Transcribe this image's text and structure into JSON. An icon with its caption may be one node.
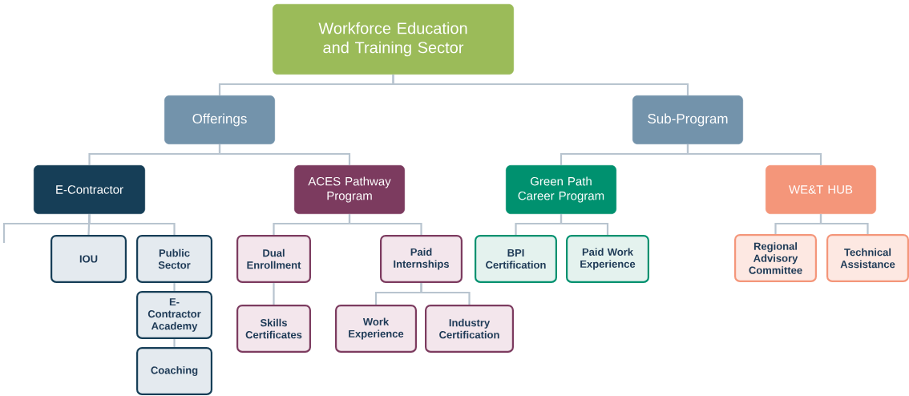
{
  "diagram": {
    "nodes": [
      {
        "text": [
          "Workforce Education and Training Sector"
        ]
      },
      {
        "text": [
          "Offerings"
        ]
      },
      {
        "text": [
          "Sub-Program"
        ]
      },
      {
        "text": [
          "E-Contractor"
        ]
      },
      {
        "text": [
          "ACES Pathway Program"
        ]
      },
      {
        "text": [
          "Green Path Career Program"
        ]
      },
      {
        "text": [
          "WE&T HUB"
        ]
      },
      {
        "text": [
          "IOU"
        ]
      },
      {
        "text": [
          "Public Sector"
        ]
      },
      {
        "text": [
          "E-Contractor Academy"
        ]
      },
      {
        "text": [
          "Coaching"
        ]
      },
      {
        "text": [
          "Dual Enrollment"
        ]
      },
      {
        "text": [
          "Skills Certificates"
        ]
      },
      {
        "text": [
          "Paid Internships"
        ]
      },
      {
        "text": [
          "Work Experience"
        ]
      },
      {
        "text": [
          "Industry Certification"
        ]
      },
      {
        "text": [
          "BPI Certification"
        ]
      },
      {
        "text": [
          "Paid Work Experience"
        ]
      },
      {
        "text": [
          "Regional Advisory Committee"
        ]
      },
      {
        "text": [
          "Technical Assistance"
        ]
      }
    ],
    "edges": [
      {
        "from": 0,
        "to": 1,
        "arrow": "none"
      },
      {
        "from": 0,
        "to": 2,
        "arrow": "none"
      },
      {
        "from": 1,
        "to": 3,
        "arrow": "none"
      },
      {
        "from": 1,
        "to": 4,
        "arrow": "none"
      },
      {
        "from": 2,
        "to": 5,
        "arrow": "none"
      },
      {
        "from": 2,
        "to": 6,
        "arrow": "none"
      },
      {
        "from": 3,
        "to": null,
        "arrow": "none"
      },
      {
        "from": 3,
        "to": 7,
        "arrow": "none"
      },
      {
        "from": 3,
        "to": 8,
        "arrow": "none"
      },
      {
        "from": 8,
        "to": 9,
        "arrow": "none"
      },
      {
        "from": 9,
        "to": 10,
        "arrow": "none"
      },
      {
        "from": 4,
        "to": 11,
        "arrow": "none"
      },
      {
        "from": 4,
        "to": 13,
        "arrow": "none"
      },
      {
        "from": 11,
        "to": 12,
        "arrow": "none"
      },
      {
        "from": 13,
        "to": 14,
        "arrow": "none"
      },
      {
        "from": 13,
        "to": 15,
        "arrow": "none"
      },
      {
        "from": 5,
        "to": 16,
        "arrow": "none"
      },
      {
        "from": 5,
        "to": 17,
        "arrow": "none"
      },
      {
        "from": 6,
        "to": 18,
        "arrow": "none"
      },
      {
        "from": 6,
        "to": 19,
        "arrow": "none"
      }
    ]
  }
}
